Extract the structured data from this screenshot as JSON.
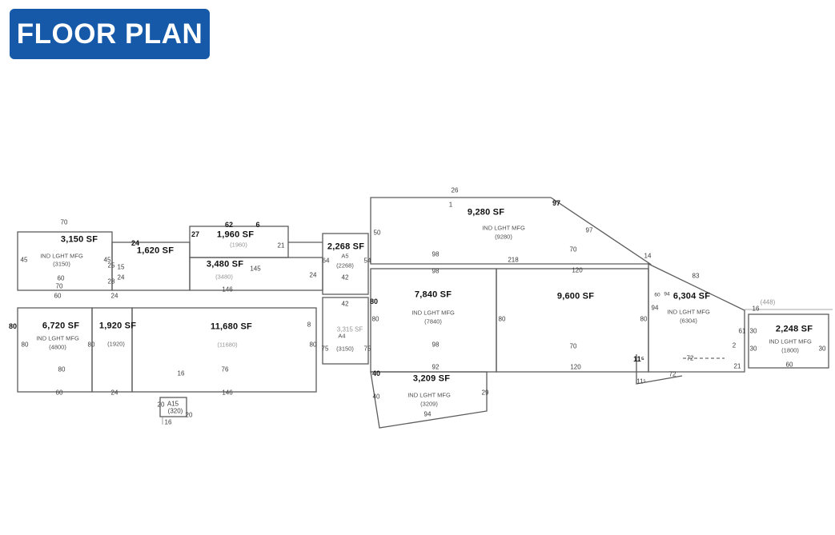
{
  "title": "FLOOR PLAN",
  "colors": {
    "banner_blue": "#1659a8",
    "banner_text": "#ffffff",
    "wall_line": "#5c5c5c",
    "sf_text": "#101010",
    "dim_text": "#3a3a3a"
  },
  "units": {
    "u3150": {
      "sf": "3,150 SF",
      "use": "IND LGHT MFG",
      "code": "(3150)",
      "dims": [
        "70",
        "45",
        "45",
        "60",
        "70",
        "60"
      ]
    },
    "u1620": {
      "sf": "1,620 SF",
      "dims": [
        "24",
        "15",
        "24",
        "25",
        "28",
        "24"
      ]
    },
    "u1960": {
      "sf": "1,960 SF",
      "code": "(1960)",
      "dims": [
        "62",
        "6",
        "27",
        "21"
      ]
    },
    "u3480": {
      "sf": "3,480 SF",
      "code": "(3480)",
      "dims": [
        "145",
        "146",
        "24"
      ]
    },
    "u2268": {
      "sf": "2,268 SF",
      "suite": "A5",
      "code": "(2268)",
      "dims": [
        "64",
        "54",
        "42"
      ]
    },
    "u9280": {
      "sf": "9,280 SF",
      "use": "IND LGHT MFG",
      "code": "(9280)",
      "dims": [
        "26",
        "1",
        "50",
        "97",
        "97",
        "70",
        "14",
        "218",
        "98"
      ]
    },
    "u7840": {
      "sf": "7,840 SF",
      "use": "IND LGHT MFG",
      "code": "(7840)",
      "dims": [
        "98",
        "80",
        "80",
        "80",
        "98",
        "92"
      ]
    },
    "u9600": {
      "sf": "9,600 SF",
      "dims": [
        "120",
        "70",
        "120",
        "80",
        "11⁵",
        "11⁵",
        "72"
      ]
    },
    "u6304": {
      "sf": "6,304 SF",
      "use": "IND LGHT MFG",
      "code": "(6304)",
      "dims": [
        "60",
        "94",
        "83",
        "94",
        "72",
        "21",
        "61",
        "2"
      ]
    },
    "u2248": {
      "sf": "2,248 SF",
      "use": "IND LGHT MFG",
      "code": "(1800)",
      "dims": [
        "(448)",
        "16",
        "30",
        "30",
        "30",
        "60"
      ]
    },
    "u6720": {
      "sf": "6,720 SF",
      "use": "IND LGHT MFG",
      "code": "(4800)",
      "dims": [
        "80",
        "80",
        "80",
        "80",
        "60"
      ]
    },
    "u1920": {
      "sf": "1,920 SF",
      "code": "(1920)",
      "dims": [
        "24"
      ]
    },
    "u11680": {
      "sf": "11,680 SF",
      "code": "(11680)",
      "dims": [
        "16",
        "76",
        "146",
        "80",
        "8"
      ]
    },
    "uA4": {
      "suite": "A4",
      "code": "(3150)",
      "alt": "3,315 SF",
      "dims": [
        "42",
        "75",
        "75"
      ]
    },
    "u3209": {
      "sf": "3,209 SF",
      "use": "IND LGHT MFG",
      "code": "(3209)",
      "dims": [
        "40",
        "40",
        "94",
        "29"
      ]
    },
    "uA15": {
      "suite": "A15",
      "code": "(320)",
      "dims": [
        "20",
        "20",
        "16"
      ]
    }
  }
}
